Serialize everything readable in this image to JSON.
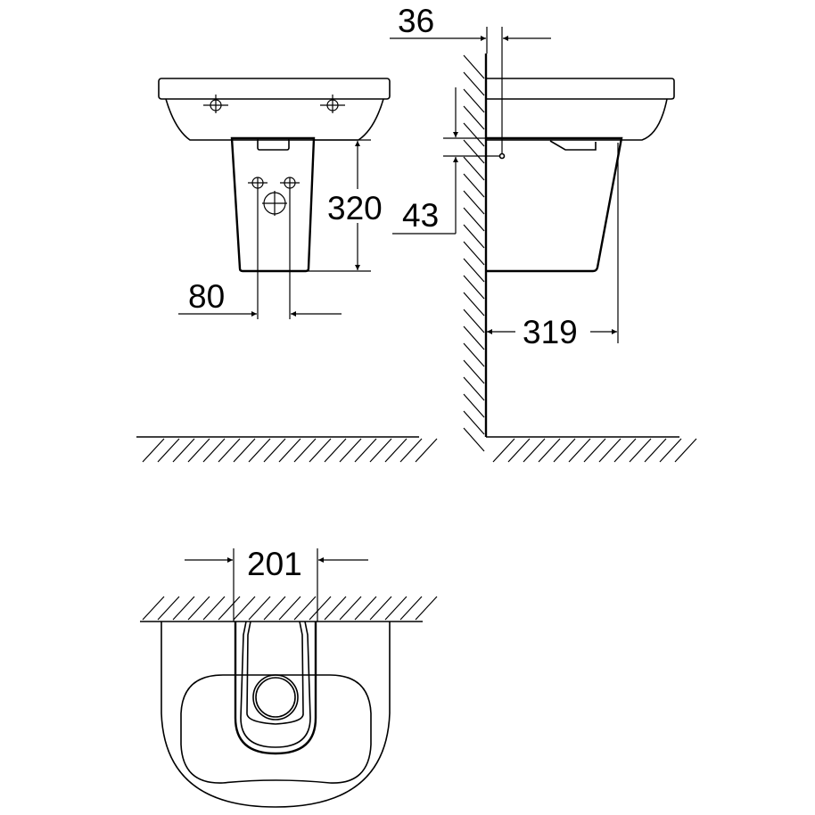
{
  "dimensions": {
    "front_pedestal_height": "320",
    "front_outlet_width": "80",
    "side_wall_to_outlet": "36",
    "side_outlet_below_basin": "43",
    "side_pedestal_depth": "319",
    "top_pedestal_width": "201"
  },
  "colors": {
    "line": "#000000",
    "background": "#ffffff"
  }
}
